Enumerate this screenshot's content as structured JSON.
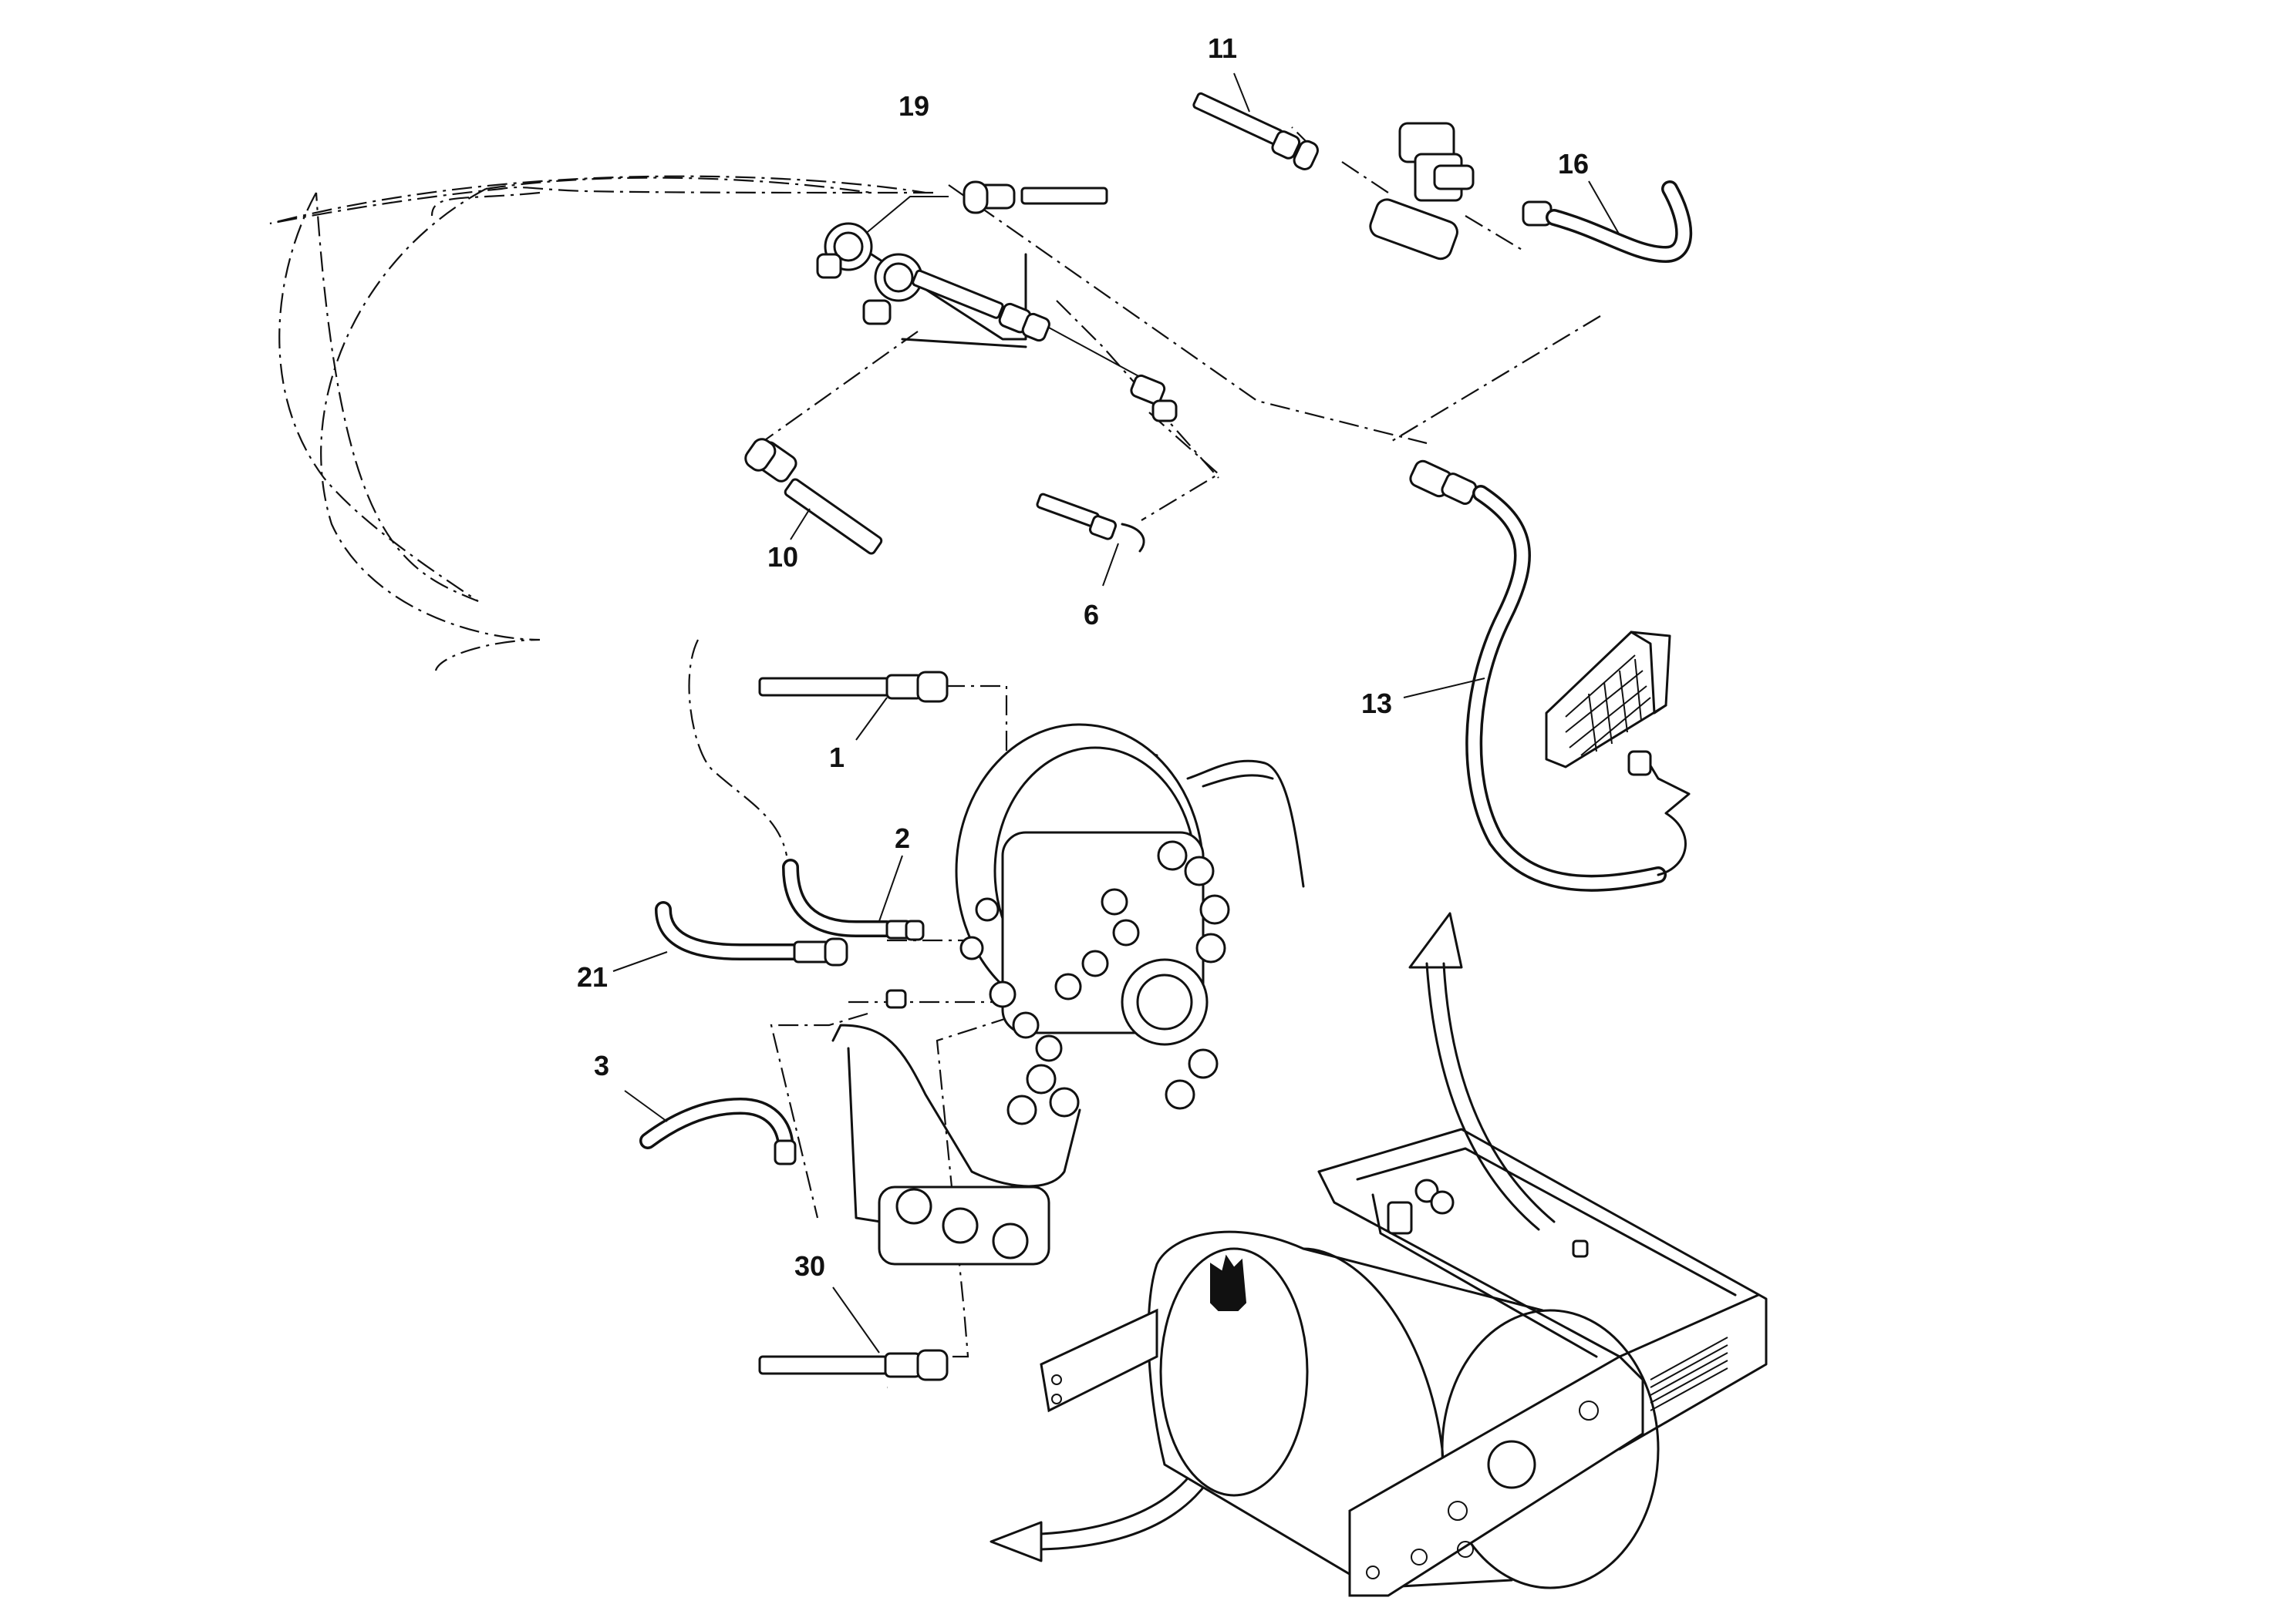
{
  "callouts": {
    "c1": "1",
    "c2": "2",
    "c3": "3",
    "c6": "6",
    "c10": "10",
    "c11": "11",
    "c13": "13",
    "c16": "16",
    "c19": "19",
    "c21": "21",
    "c30": "30"
  },
  "icons": {
    "drum_marker": "hand-marker-icon",
    "arrow_up": "curved-arrow-up-icon",
    "arrow_down": "curved-arrow-left-icon"
  },
  "colors": {
    "ink": "#111111",
    "background": "#ffffff"
  }
}
